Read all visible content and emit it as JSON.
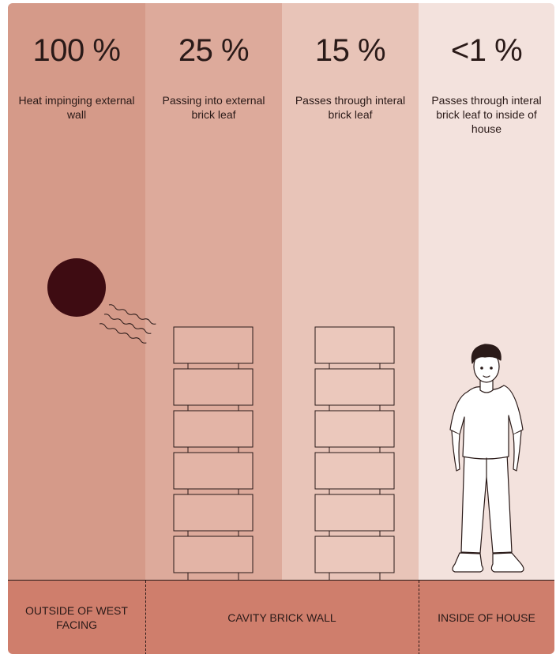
{
  "columns": [
    {
      "percent": "100 %",
      "description": "Heat impinging external wall"
    },
    {
      "percent": "25 %",
      "description": "Passing into external brick leaf"
    },
    {
      "percent": "15 %",
      "description": "Passes through interal brick leaf"
    },
    {
      "percent": "<1 %",
      "description": "Passes through interal brick leaf to inside of house"
    }
  ],
  "bottom_labels": {
    "outside": "OUTSIDE OF WEST FACING",
    "cavity": "CAVITY BRICK WALL",
    "inside": "INSIDE OF HOUSE"
  },
  "colors": {
    "col1": "#d59a89",
    "col2": "#ddaa9b",
    "col3": "#e8c4b8",
    "col4": "#f3e2dd",
    "ground": "#cf7e6c",
    "sun": "#3e0c12"
  },
  "icons": [
    "sun-icon",
    "heat-wave-icon",
    "brick-stack-icon",
    "person-icon"
  ]
}
